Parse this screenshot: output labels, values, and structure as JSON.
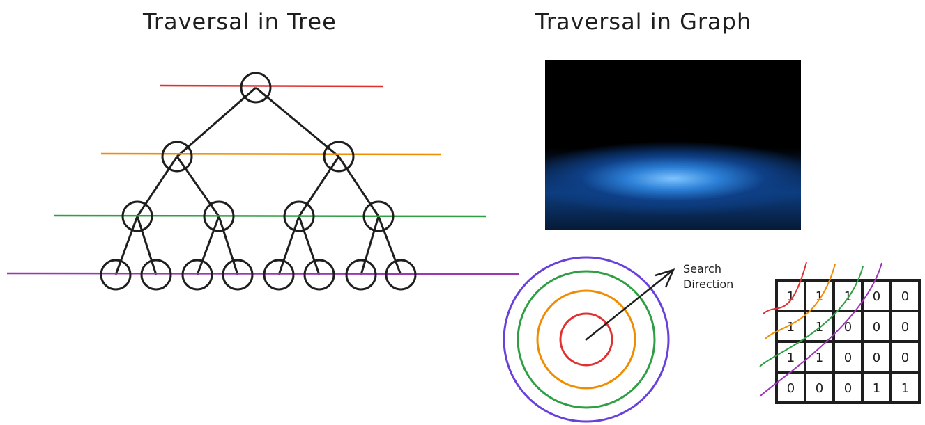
{
  "titles": {
    "tree": "Traversal in Tree",
    "graph": "Traversal in Graph"
  },
  "search_label": {
    "line1": "Search",
    "line2": "Direction"
  },
  "grid": [
    [
      "1",
      "1",
      "1",
      "0",
      "0"
    ],
    [
      "1",
      "1",
      "0",
      "0",
      "0"
    ],
    [
      "1",
      "1",
      "0",
      "0",
      "0"
    ],
    [
      "0",
      "0",
      "0",
      "1",
      "1"
    ]
  ],
  "colors": {
    "level1": "#e03131",
    "level2": "#f08c00",
    "level3": "#2f9e44",
    "level4": "#9c36b5",
    "outer_ring": "#6741d9",
    "stroke": "#1e1e1e"
  }
}
